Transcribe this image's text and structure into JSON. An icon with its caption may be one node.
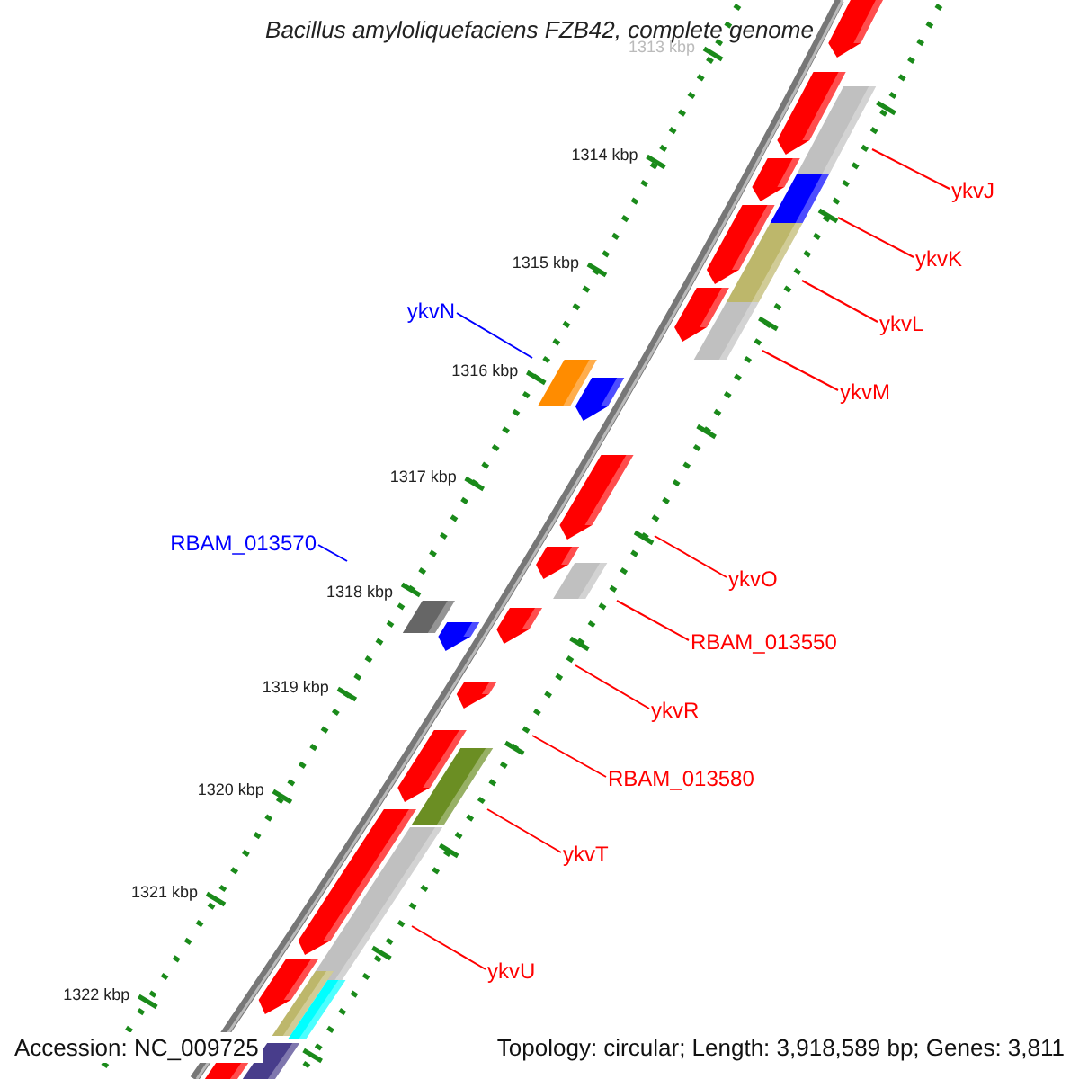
{
  "diagram": {
    "title": "Bacillus amyloliquefaciens FZB42, complete genome",
    "nodes": [
      {
        "text": [
          "ykvJ"
        ]
      },
      {
        "text": [
          "ykvK"
        ]
      },
      {
        "text": [
          "ykvN"
        ]
      },
      {
        "text": [
          "ykvL"
        ]
      },
      {
        "text": [
          "ykvM"
        ]
      },
      {
        "text": [
          "RBAM_013570"
        ]
      },
      {
        "text": [
          "ykvO"
        ]
      },
      {
        "text": [
          "RBAM_013550"
        ]
      },
      {
        "text": [
          "ykvR"
        ]
      },
      {
        "text": [
          "RBAM_013580"
        ]
      },
      {
        "text": [
          "ykvT"
        ]
      },
      {
        "text": [
          "ykvU"
        ]
      }
    ],
    "edges": [
      {
        "from": 0,
        "to": null,
        "arrow": "none"
      },
      {
        "from": 1,
        "to": null,
        "arrow": "none"
      },
      {
        "from": 2,
        "to": null,
        "arrow": "none",
        "color": "#0000ff"
      },
      {
        "from": 3,
        "to": null,
        "arrow": "none"
      },
      {
        "from": 4,
        "to": null,
        "arrow": "none"
      },
      {
        "from": 5,
        "to": null,
        "arrow": "none",
        "color": "#0000ff"
      },
      {
        "from": 6,
        "to": null,
        "arrow": "none"
      },
      {
        "from": 7,
        "to": null,
        "arrow": "none"
      },
      {
        "from": 8,
        "to": null,
        "arrow": "none"
      },
      {
        "from": 9,
        "to": null,
        "arrow": "none"
      },
      {
        "from": 10,
        "to": null,
        "arrow": "none"
      },
      {
        "from": 11,
        "to": null,
        "arrow": "none"
      }
    ],
    "labels": [
      "1313 kbp",
      "1314 kbp",
      "1315 kbp",
      "1316 kbp",
      "1317 kbp",
      "1318 kbp",
      "1319 kbp",
      "1320 kbp",
      "1321 kbp",
      "1322 kbp",
      "Accession: NC_009725",
      "Topology: circular; Length: 3,918,589 bp; Genes: 3,811"
    ]
  }
}
